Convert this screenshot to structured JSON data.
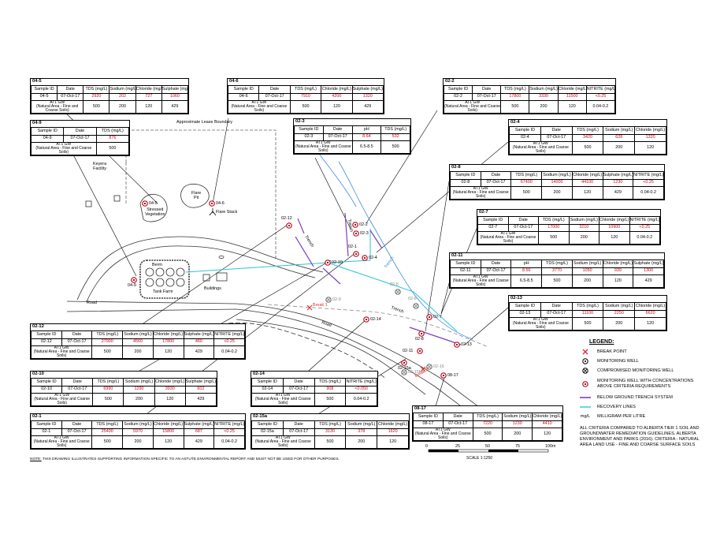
{
  "colors": {
    "exceedance": "#d0021b",
    "trench": "#7b3fc4",
    "recovery": "#29c6d6",
    "contour": "#3a8fd8",
    "break": "#e0302b"
  },
  "callouts": [
    {
      "id": "04-5",
      "headers": [
        "Sample ID",
        "Date",
        "TDS (mg/L)",
        "Sodium (mg/L)",
        "Chloride (mg/L)",
        "Sulphate (mg/L)"
      ],
      "row": [
        "04-5",
        "07-Oct-17",
        "2920",
        "202",
        "727",
        "1060"
      ],
      "exceed": [
        2,
        3,
        4,
        5
      ],
      "crit_label": "AT1 GW\n(Natural Area - Fine and Coarse Soils)",
      "crit": [
        "500",
        "200",
        "120",
        "429"
      ]
    },
    {
      "id": "04-9",
      "headers": [
        "Sample ID",
        "Date",
        "TDS (mg/L)"
      ],
      "row": [
        "04-9",
        "07-Oct-17",
        "876"
      ],
      "exceed": [
        2
      ],
      "crit_label": "AT1 GW\n(Natural Area - Fine and Coarse Soils)",
      "crit": [
        "500"
      ]
    },
    {
      "id": "04-6",
      "headers": [
        "Sample ID",
        "Date",
        "TDS (mg/L)",
        "Chloride (mg/L)",
        "Sulphate (mg/L)"
      ],
      "row": [
        "04-6",
        "07-Oct-17",
        "7910",
        "4200",
        "1320"
      ],
      "exceed": [
        2,
        3,
        4
      ],
      "crit_label": "AT1 GW\n(Natural Area - Fine and Coarse Soils)",
      "crit": [
        "500",
        "120",
        "429"
      ]
    },
    {
      "id": "02-3",
      "headers": [
        "Sample ID",
        "Date",
        "pH",
        "TDS (mg/L)"
      ],
      "row": [
        "02-3",
        "07-Oct-17",
        "8.64",
        "532"
      ],
      "exceed": [
        2,
        3
      ],
      "crit_label": "AT1 GW\n(Natural Area - Fine and Coarse Soils)",
      "crit": [
        "6.5-8.5",
        "500"
      ]
    },
    {
      "id": "02-2",
      "headers": [
        "Sample ID",
        "Date",
        "TDS (mg/L)",
        "Sodium (mg/L)",
        "Chloride (mg/L)",
        "NITRITE (mg/L)"
      ],
      "row": [
        "02-2",
        "07-Oct-17",
        "17800",
        "3330",
        "11500",
        "<0.25"
      ],
      "exceed": [
        2,
        3,
        4,
        5
      ],
      "crit_label": "AT1 GW\n(Natural Area - Fine and Coarse Soils)",
      "crit": [
        "500",
        "200",
        "120",
        "0.04-0.2"
      ]
    },
    {
      "id": "02-4",
      "headers": [
        "Sample ID",
        "Date",
        "TDS (mg/L)",
        "Sodium (mg/L)",
        "Chloride (mg/L)"
      ],
      "row": [
        "02-4",
        "07-Oct-17",
        "3420",
        "628",
        "1320"
      ],
      "exceed": [
        2,
        3,
        4
      ],
      "crit_label": "AT1 GW\n(Natural Area - Fine and Coarse Soils)",
      "crit": [
        "500",
        "200",
        "120"
      ]
    },
    {
      "id": "02-8",
      "headers": [
        "Sample ID",
        "Date",
        "TDS (mg/L)",
        "Sodium (mg/L)",
        "Chloride (mg/L)",
        "Sulphate (mg/L)",
        "NITRITE (mg/L)"
      ],
      "row": [
        "02-8",
        "07-Oct-17",
        "67400",
        "14000",
        "44100",
        "1230",
        "<0.25"
      ],
      "exceed": [
        2,
        3,
        4,
        5,
        6
      ],
      "crit_label": "AT1 GW\n(Natural Area - Fine and Coarse Soils)",
      "crit": [
        "500",
        "200",
        "120",
        "429",
        "0.04-0.2"
      ]
    },
    {
      "id": "02-7",
      "headers": [
        "Sample ID",
        "Date",
        "TDS (mg/L)",
        "Sodium (mg/L)",
        "Chloride (mg/L)",
        "NITRITE (mg/L)"
      ],
      "row": [
        "02-7",
        "07-Oct-17",
        "17000",
        "3210",
        "10900",
        "<0.25"
      ],
      "exceed": [
        2,
        3,
        4,
        5
      ],
      "crit_label": "AT1 GW\n(Natural Area - Fine and Coarse Soils)",
      "crit": [
        "500",
        "200",
        "120",
        "0.04-0.2"
      ]
    },
    {
      "id": "02-11",
      "headers": [
        "Sample ID",
        "Date",
        "pH",
        "TDS (mg/L)",
        "Sodium (mg/L)",
        "Chloride (mg/L)",
        "Sulphate (mg/L)"
      ],
      "row": [
        "02-11",
        "07-Oct-17",
        "8.56",
        "3770",
        "1050",
        "939",
        "1300"
      ],
      "exceed": [
        2,
        3,
        4,
        5,
        6
      ],
      "crit_label": "AT1 GW\n(Natural Area - Fine and Coarse Soils)",
      "crit": [
        "6.5-8.5",
        "500",
        "200",
        "120",
        "429"
      ]
    },
    {
      "id": "02-13",
      "headers": [
        "Sample ID",
        "Date",
        "TDS (mg/L)",
        "Sodium (mg/L)",
        "Chloride (mg/L)"
      ],
      "row": [
        "02-13",
        "07-Oct-17",
        "11100",
        "2250",
        "6620"
      ],
      "exceed": [
        2,
        3,
        4
      ],
      "crit_label": "AT1 GW\n(Natural Area - Fine and Coarse Soils)",
      "crit": [
        "500",
        "200",
        "120"
      ]
    },
    {
      "id": "02-12",
      "headers": [
        "Sample ID",
        "Date",
        "TDS (mg/L)",
        "Sodium (mg/L)",
        "Chloride (mg/L)",
        "Sulphate (mg/L)",
        "NITRITE (mg/L)"
      ],
      "row": [
        "02-12",
        "07-Oct-17",
        "27900",
        "4560",
        "17800",
        "460",
        "<0.25"
      ],
      "exceed": [
        2,
        3,
        4,
        5,
        6
      ],
      "crit_label": "AT1 GW\n(Natural Area - Fine and Coarse Soils)",
      "crit": [
        "500",
        "200",
        "120",
        "429",
        "0.04-0.2"
      ]
    },
    {
      "id": "02-10",
      "headers": [
        "Sample ID",
        "Date",
        "TDS (mg/L)",
        "Sodium (mg/L)",
        "Chloride (mg/L)",
        "Sulphate (mg/L)"
      ],
      "row": [
        "02-10",
        "07-Oct-17",
        "6990",
        "1290",
        "3930",
        "602"
      ],
      "exceed": [
        2,
        3,
        4,
        5
      ],
      "crit_label": "AT1 GW\n(Natural Area - Fine and Coarse Soils)",
      "crit": [
        "500",
        "200",
        "120",
        "429"
      ]
    },
    {
      "id": "02-14",
      "headers": [
        "Sample ID",
        "Date",
        "TDS (mg/L)",
        "NITRITE (mg/L)"
      ],
      "row": [
        "02-14",
        "07-Oct-17",
        "908",
        "<0.050"
      ],
      "exceed": [
        2,
        3
      ],
      "crit_label": "AT1 GW\n(Natural Area - Fine and Coarse Soils)",
      "crit": [
        "500",
        "0.04-0.2"
      ]
    },
    {
      "id": "02-1",
      "headers": [
        "Sample ID",
        "Date",
        "TDS (mg/L)",
        "Sodium (mg/L)",
        "Chloride (mg/L)",
        "Sulphate (mg/L)",
        "NITRITE (mg/L)"
      ],
      "row": [
        "02-1",
        "07-Oct-17",
        "25400",
        "5970",
        "15800",
        "687",
        "<0.25"
      ],
      "exceed": [
        2,
        3,
        4,
        5,
        6
      ],
      "crit_label": "AT1 GW\n(Natural Area - Fine and Coarse Soils)",
      "crit": [
        "500",
        "200",
        "120",
        "429",
        "0.04-0.2"
      ]
    },
    {
      "id": "02-15a",
      "headers": [
        "Sample ID",
        "Date",
        "TDS (mg/L)",
        "Sodium (mg/L)",
        "Chloride (mg/L)"
      ],
      "row": [
        "02-15a",
        "07-Oct-17",
        "3130",
        "378",
        "1620"
      ],
      "exceed": [
        2,
        3,
        4
      ],
      "crit_label": "AT1 GW\n(Natural Area - Fine and Coarse Soils)",
      "crit": [
        "500",
        "200",
        "120"
      ]
    },
    {
      "id": "08-17",
      "headers": [
        "Sample ID",
        "Date",
        "TDS (mg/L)",
        "Sodium (mg/L)",
        "Chloride (mg/L)"
      ],
      "row": [
        "08-17",
        "07-Oct-17",
        "7220",
        "1230",
        "4410"
      ],
      "exceed": [
        2,
        3,
        4
      ],
      "crit_label": "AT1 GW\n(Natural Area - Fine and Coarse Soils)",
      "crit": [
        "500",
        "200",
        "120"
      ]
    }
  ],
  "map_labels": {
    "lease": "Approximate Lease Boundary",
    "keyera": "Keyera\nFacility",
    "stressed": "Stressed\nVegetation",
    "flare_pit": "Flare\nPit",
    "flare_stack": "Flare Stack",
    "berm": "Berm",
    "tank_farm": "Tank Farm",
    "buildings": "Buildings",
    "road1": "Road",
    "road2": "Road",
    "trench1": "Trench",
    "trench2": "Trench",
    "trench3": "Trench",
    "trench4": "Trench",
    "break1": "Break 1",
    "break2": "Break 2"
  },
  "wells": [
    {
      "id": "04-5",
      "type": "exceed"
    },
    {
      "id": "04-6",
      "type": "exceed"
    },
    {
      "id": "04-9",
      "type": "exceed"
    },
    {
      "id": "02-12",
      "type": "exceed"
    },
    {
      "id": "02-10",
      "type": "exceed"
    },
    {
      "id": "02-1",
      "type": "exceed"
    },
    {
      "id": "02-2",
      "type": "exceed"
    },
    {
      "id": "02-3",
      "type": "exceed"
    },
    {
      "id": "02-4",
      "type": "exceed"
    },
    {
      "id": "02-5",
      "type": "compromised"
    },
    {
      "id": "02-6",
      "type": "compromised"
    },
    {
      "id": "02-9",
      "type": "compromised"
    },
    {
      "id": "02-14",
      "type": "exceed"
    },
    {
      "id": "02-7",
      "type": "exceed"
    },
    {
      "id": "02-8",
      "type": "exceed"
    },
    {
      "id": "02-13",
      "type": "exceed"
    },
    {
      "id": "02-11",
      "type": "exceed"
    },
    {
      "id": "02-15a",
      "type": "exceed"
    },
    {
      "id": "02-15b",
      "type": "compromised"
    },
    {
      "id": "02-16",
      "type": "compromised"
    },
    {
      "id": "08-17",
      "type": "exceed"
    }
  ],
  "legend": {
    "title": "LEGEND:",
    "items": [
      {
        "icon": "break-point-icon",
        "label": "BREAK POINT"
      },
      {
        "icon": "monitoring-well-icon",
        "label": "MONITORING WELL"
      },
      {
        "icon": "compromised-well-icon",
        "label": "COMPROMISED MONITORING WELL"
      },
      {
        "icon": "exceedance-well-icon",
        "label": "MONITORING WELL WITH CONCENTRATIONS ABOVE CRITERIA REQUIREMENTS"
      },
      {
        "icon": "trench-line-icon",
        "label": "BELOW GROUND TRENCH SYSTEM"
      },
      {
        "icon": "recovery-line-icon",
        "label": "RECOVERY LINES"
      },
      {
        "icon": "mgl-text",
        "label": "MILLIGRAM PER LITRE",
        "symbol": "mg/L"
      }
    ],
    "criteria": "ALL CRITERIA COMPARED TO ALBERTA TIER 1 SOIL AND GROUNDWATER REMEDIATION GUIDELINES. ALBERTA ENVIRONMENT AND PARKS (2016). CRITERIA - NATURAL AREA LAND USE - FINE AND COARSE SURFACE SOILS"
  },
  "scale": {
    "ticks": [
      "0",
      "25",
      "50",
      "75",
      "100m"
    ],
    "label": "SCALE 1:1250"
  },
  "note": {
    "prefix": "NOTE:",
    "text": " THIS DRAWING ILLUSTRATES SUPPORTING INFORMATION SPECIFIC TO AN ASTUTE ENVIRONMENTAL REPORT AND MUST NOT BE USED FOR OTHER PURPOSES."
  }
}
